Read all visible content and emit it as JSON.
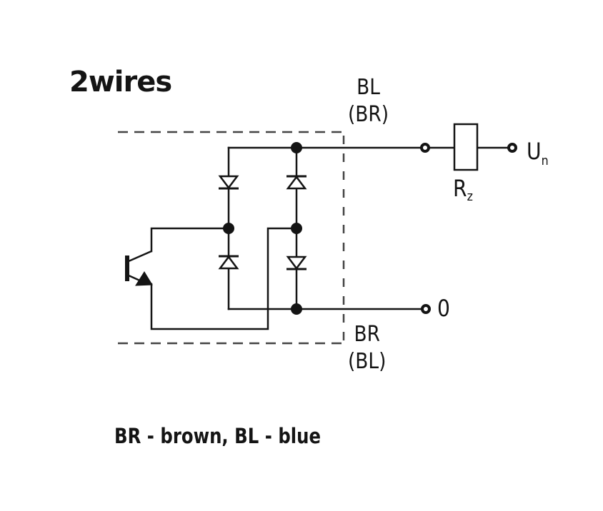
{
  "diagram": {
    "title": "2wires",
    "type": "circuit-schematic",
    "description": "Two-wire sensor output: transistor switch inside a diode bridge rectifier, load resistor in series with supply",
    "terminals": {
      "top": {
        "wire": "BL",
        "alt_wire": "(BR)",
        "supply_label": "U",
        "supply_subscript": "n"
      },
      "bottom": {
        "wire": "BR",
        "alt_wire": "(BL)",
        "label": "0"
      }
    },
    "load": {
      "label": "R",
      "subscript": "z"
    },
    "components": [
      "diode-bridge",
      "npn-transistor",
      "load-resistor"
    ],
    "legend": "BR - brown, BL - blue",
    "colors": {
      "stroke": "#141414",
      "background": "#ffffff",
      "dash": "#444444"
    }
  }
}
